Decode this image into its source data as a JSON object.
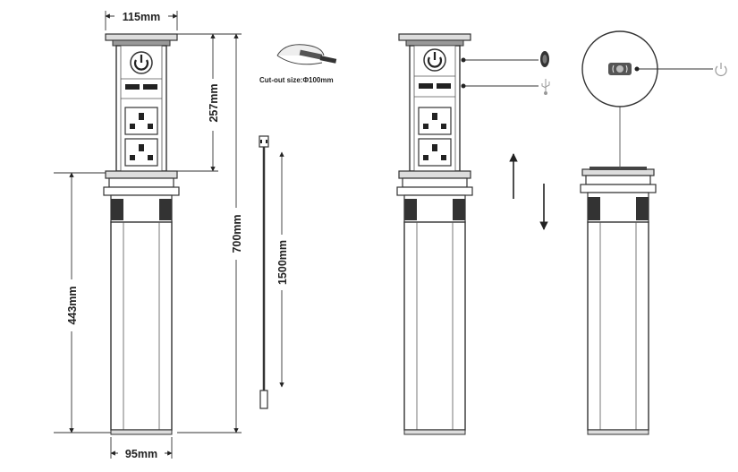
{
  "dimensions": {
    "top_width": "115mm",
    "bottom_width": "95mm",
    "upper_height": "257mm",
    "total_height": "700mm",
    "lower_height": "443mm",
    "cable_length": "1500mm"
  },
  "cutout_label": "Cut-out size:Φ100mm",
  "icons": {
    "socket": "power-socket-icon",
    "usb": "usb-icon",
    "wireless": "wireless-charger-icon",
    "power": "power-button-icon"
  },
  "colors": {
    "line": "#333333",
    "shade": "#777777",
    "dark": "#2a2a2a"
  }
}
